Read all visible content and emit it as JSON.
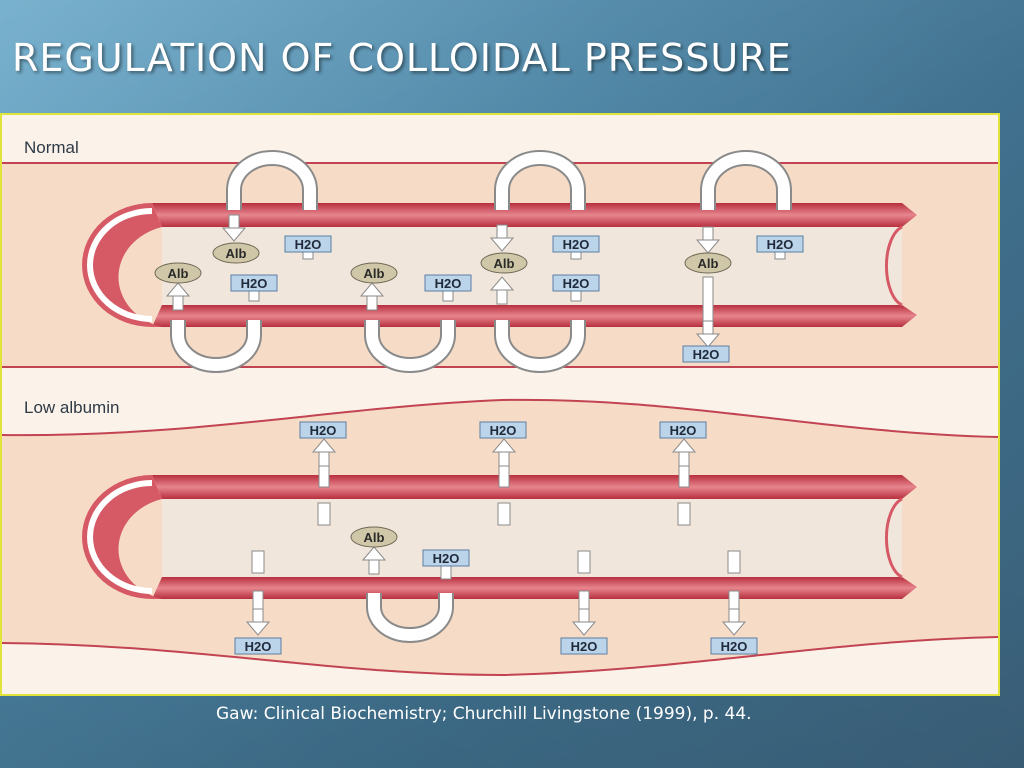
{
  "title": "REGULATION OF COLLOIDAL PRESSURE",
  "caption": "Gaw:  Clinical Biochemistry; Churchill Livingstone (1999), p. 44.",
  "diagram": {
    "panel_normal_label": "Normal",
    "panel_low_label": "Low albumin",
    "water_label": "H2O",
    "albumin_label": "Alb"
  },
  "colors": {
    "vessel_red": "#d8525f",
    "vessel_light": "#f0a7ad",
    "tissue": "#f7dfcc",
    "water_box": "#bcd4ea",
    "albumin_fill": "#cfc7a7",
    "frame_border": "#dfe33a"
  }
}
